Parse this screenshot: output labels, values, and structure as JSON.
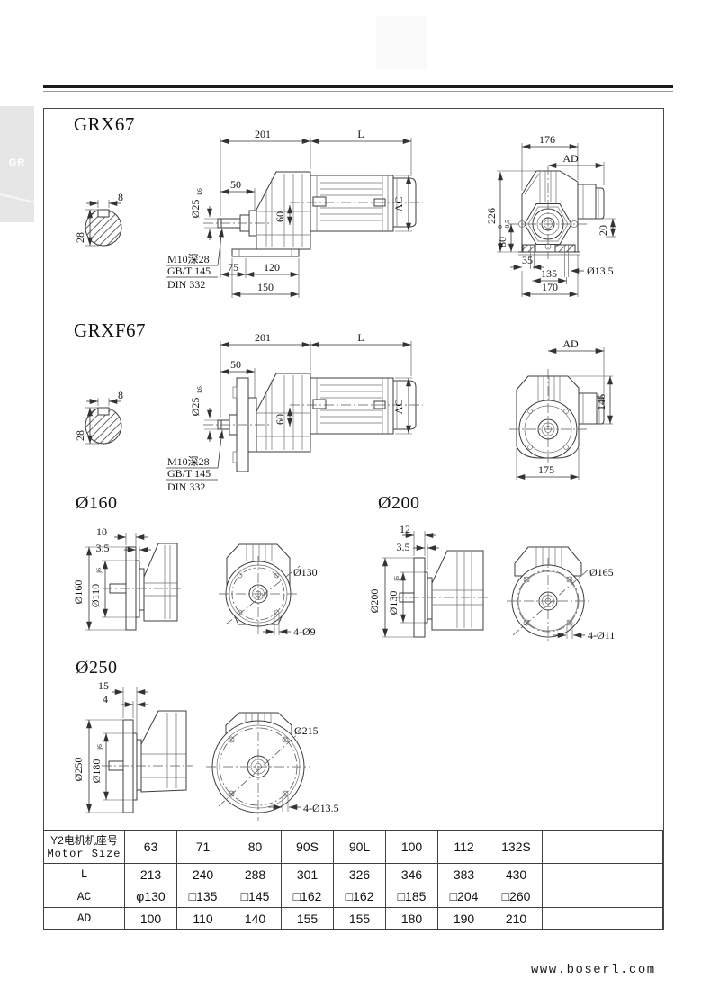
{
  "page": {
    "tab_label": "GR",
    "footer": "www.boserl.com"
  },
  "grx67": {
    "title": "GRX67",
    "key_section": {
      "key_width": "8",
      "shaft_height": "28"
    },
    "side": {
      "d201": "201",
      "dL": "L",
      "d50": "50",
      "shaft_dia": "Ø25",
      "shaft_fit": "k6",
      "d60": "60",
      "dAC": "AC",
      "thread_note": "M10深28",
      "std_gb": "GB/T 145",
      "std_din": "DIN 332",
      "d75": "75",
      "d120": "120",
      "d150": "150"
    },
    "rear": {
      "d176": "176",
      "dAD": "AD",
      "d226": "226",
      "d80": "80",
      "tol_upper": "0",
      "tol_lower": "-0.5",
      "d20": "20",
      "d35": "35",
      "d135": "135",
      "d170": "170",
      "hole": "Ø13.5"
    }
  },
  "grxf67": {
    "title": "GRXF67",
    "key_section": {
      "key_width": "8",
      "shaft_height": "28"
    },
    "side": {
      "d201": "201",
      "dL": "L",
      "d50": "50",
      "shaft_dia": "Ø25",
      "shaft_fit": "k6",
      "d60": "60",
      "dAC": "AC",
      "thread_note": "M10深28",
      "std_gb": "GB/T 145",
      "std_din": "DIN 332"
    },
    "rear": {
      "dAD": "AD",
      "d146": "146",
      "d175": "175"
    }
  },
  "flange160": {
    "title": "Ø160",
    "side": {
      "t1": "10",
      "t2": "3.5",
      "outer": "Ø160",
      "spigot": "Ø110",
      "fit": "j6"
    },
    "front": {
      "bolt_circle": "Ø130",
      "holes": "4-Ø9"
    }
  },
  "flange200": {
    "title": "Ø200",
    "side": {
      "t1": "12",
      "t2": "3.5",
      "outer": "Ø200",
      "spigot": "Ø130",
      "fit": "j6"
    },
    "front": {
      "bolt_circle": "Ø165",
      "holes": "4-Ø11"
    }
  },
  "flange250": {
    "title": "Ø250",
    "side": {
      "t1": "15",
      "t2": "4",
      "outer": "Ø250",
      "spigot": "Ø180",
      "fit": "j6"
    },
    "front": {
      "bolt_circle": "Ø215",
      "holes": "4-Ø13.5"
    }
  },
  "table": {
    "header_line1": "Y2电机机座号",
    "header_line2": "Motor Size",
    "sizes": [
      "63",
      "71",
      "80",
      "90S",
      "90L",
      "100",
      "112",
      "132S"
    ],
    "rows": [
      {
        "label": "L",
        "values": [
          "213",
          "240",
          "288",
          "301",
          "326",
          "346",
          "383",
          "430"
        ]
      },
      {
        "label": "AC",
        "values": [
          "φ130",
          "□135",
          "□145",
          "□162",
          "□162",
          "□185",
          "□204",
          "□260"
        ]
      },
      {
        "label": "AD",
        "values": [
          "100",
          "110",
          "140",
          "155",
          "155",
          "180",
          "190",
          "210"
        ]
      }
    ]
  }
}
